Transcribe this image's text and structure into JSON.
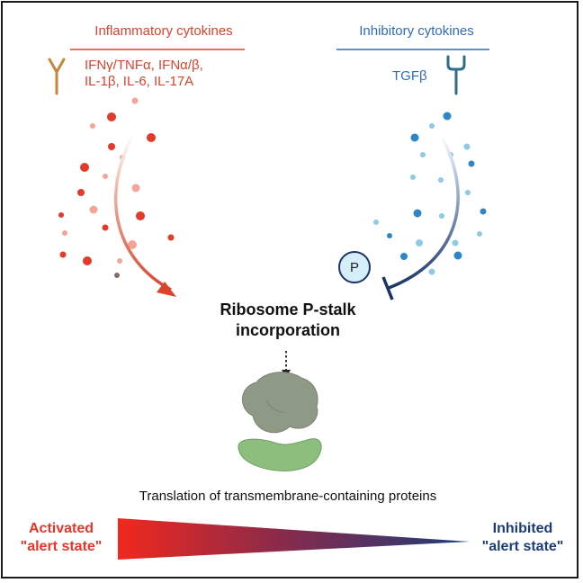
{
  "inflammatory": {
    "title": "Inflammatory cytokines",
    "line1": "IFNγ/TNFα, IFNα/β,",
    "line2": "IL-1β, IL-6, IL-17A",
    "color": "#d8442c"
  },
  "inhibitory": {
    "title": "Inhibitory cytokines",
    "tgf": "TGFβ",
    "color": "#2f6db8"
  },
  "phospho_label": "P",
  "ribosome": {
    "line1": "Ribosome P-stalk",
    "line2": "incorporation"
  },
  "translation_label": "Translation of transmembrane-containing proteins",
  "activated": {
    "line1": "Activated",
    "line2": "\"alert state\"",
    "color": "#e8352a"
  },
  "inhibited": {
    "line1": "Inhibited",
    "line2": "\"alert state\"",
    "color": "#1c3c78"
  }
}
